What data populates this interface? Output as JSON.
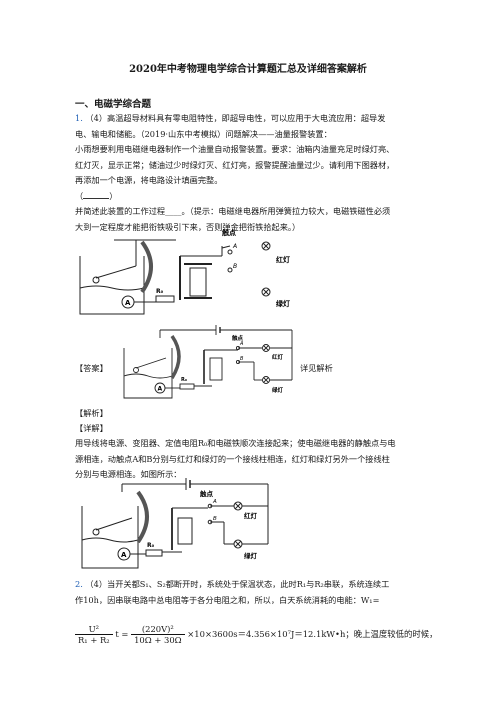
{
  "doc": {
    "title": "2020年中考物理电学综合计算题汇总及详细答案解析",
    "section": "一、电磁学综合题",
    "q1": {
      "num": "1.",
      "line1": "（4）高温超导材料具有零电阻特性，即超导电性，可以应用于大电流应用：超导发",
      "line2": "电、输电和储能。（2019·山东中考模拟）问题解决——油量报警装置：",
      "line3": "小雨想要利用电磁继电器制作一个油量自动报警装置。要求：油箱内油量充足时绿灯亮、",
      "line4": "红灯灭，显示正常；储油过少时绿灯灭、红灯亮，报警提醒油量过少。请利用下图器材，",
      "line5": "再添加一个电源，将电路设计填画完整。",
      "line6a": "（",
      "line6b": "）",
      "line7": "并简述此装置的工作过程____。（提示：电磁继电器所用弹簧拉力较大，电磁铁磁性必须",
      "line8": "大到一定程度才能把衔铁吸引下来，否则弹金把衔铁拾起来。）"
    },
    "answer_label": "【答案】",
    "answer_note": "详见解析",
    "analysis_label": "【解析】",
    "detail_label": "【详解】",
    "detail": {
      "line1": "用导线将电源、变阻器、定值电阻R₀和电磁铁顺次连接起来；使电磁继电器的静触点与电",
      "line2": "源相连，动触点A和B分别与红灯和绿灯的一个接线柱相连，红灯和绿灯另外一个接线柱",
      "line3": "分别与电源相连。如图所示："
    },
    "q2": {
      "num": "2.",
      "line1": "（4）当开关都S₁、S₂都断开时，系统处于保温状态，此时R₁与R₂串联，系统连续工",
      "line2": "作10h，因串联电路中总电阻等于各分电阻之和，所以，白天系统消耗的电能：W₁=",
      "frac1_num": "U²",
      "frac1_den": "R₁ + R₂",
      "t_eq": "t =",
      "frac2_num": "(220V)²",
      "frac2_den": "10Ω + 30Ω",
      "tail": "×10×3600s＝4.356×10⁷J＝12.1kW•h；晚上温度较低的时候，"
    },
    "figure": {
      "contact_label": "触点",
      "point_a": "A",
      "point_b": "B",
      "red_lamp": "红灯",
      "green_lamp": "绿灯",
      "ammeter": "A",
      "resistor": "R₀"
    }
  }
}
